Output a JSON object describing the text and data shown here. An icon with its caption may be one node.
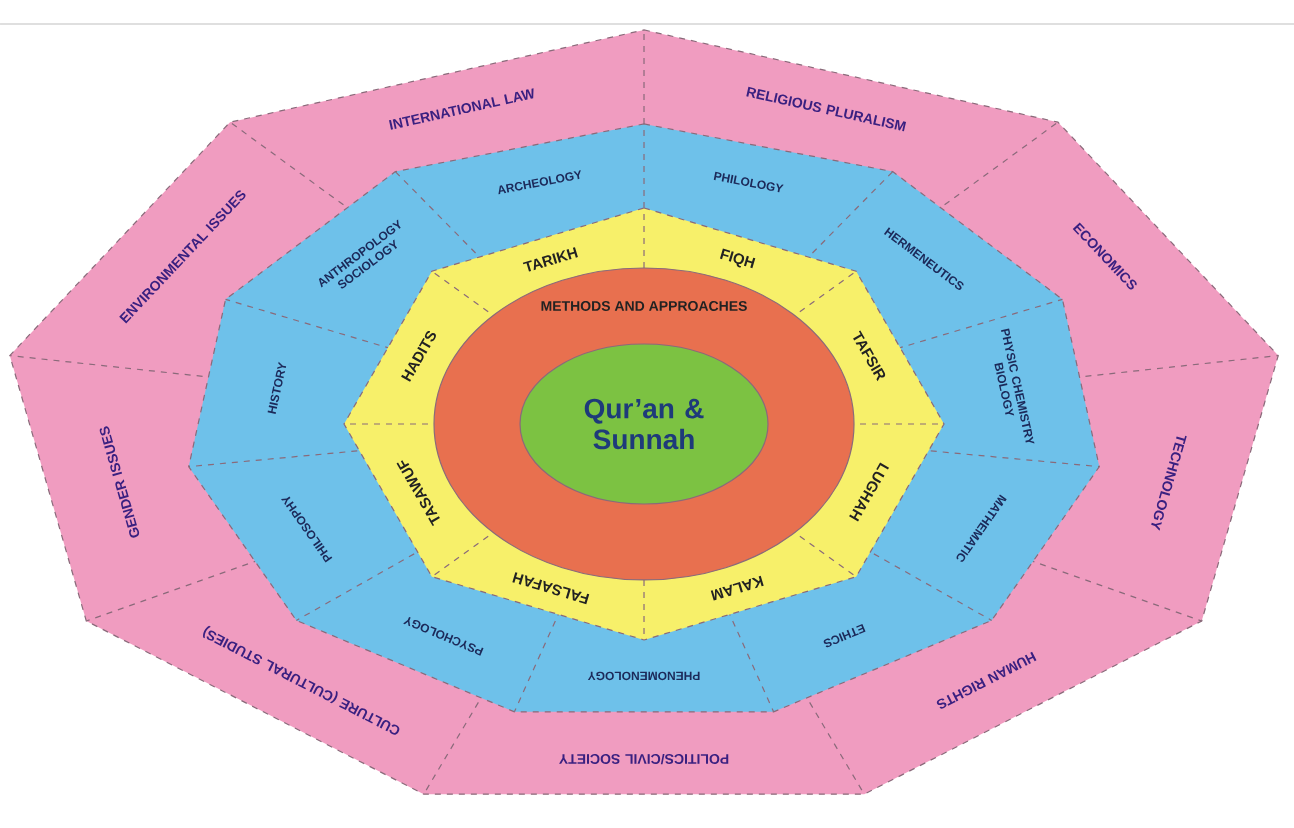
{
  "diagram": {
    "nodes": [
      {
        "text": [
          "RELIGIOUS PLURALISM",
          "ECONOMICS",
          "TECHNOLOGY",
          "HUMAN RIGHTS",
          "POLITICS/CIVIL SOCIETY",
          "CULTURE (CULTURAL STUDIES)",
          "GENDER ISSUES",
          "ENVIRONMENTAL ISSUES",
          "INTERNATIONAL LAW"
        ]
      },
      {
        "text": [
          "PHILOLOGY",
          "HERMENEUTICS",
          "PHYSIC CHEMISTRY BIOLOGY",
          "MATHEMATIC",
          "ETHICS",
          "PHENOMENOLOGY",
          "PSYCHOLOGY",
          "PHILOSOPHY",
          "HISTORY",
          "ANTHROPOLOGY SOCIOLOGY",
          "ARCHEOLOGY"
        ],
        "in": 0
      },
      {
        "text": [
          "FIQH",
          "TAFSIR",
          "LUGHAH",
          "KALAM",
          "FALSAFAH",
          "TASAWUF",
          "HADITS",
          "TARIKH"
        ],
        "in": 1
      },
      {
        "text": [
          "METHODS AND APPROACHES"
        ],
        "in": 2
      },
      {
        "text": [
          "Qur’an & Sunnah"
        ],
        "in": 3
      }
    ]
  }
}
